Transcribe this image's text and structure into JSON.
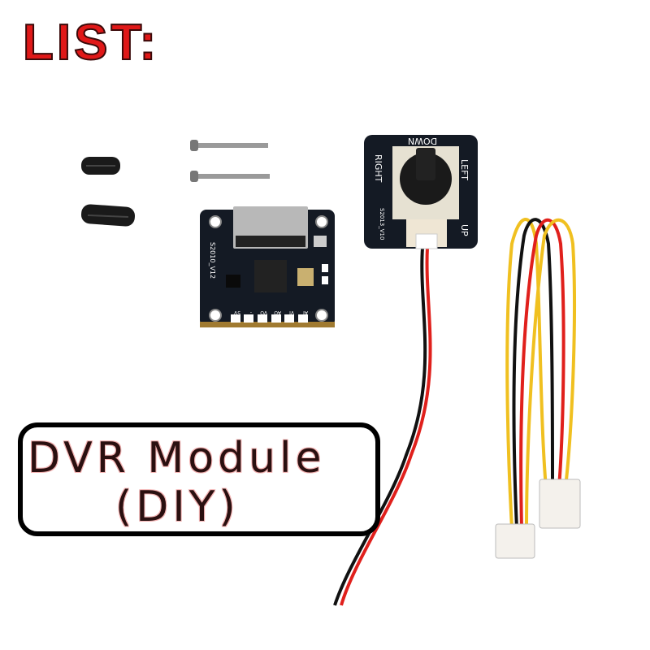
{
  "title": "LIST:",
  "label": {
    "line1": "DVR Module",
    "line2": "(DIY)"
  },
  "dvr_board": {
    "model": "S2010_V12",
    "pads": [
      "5V",
      "-",
      "VO",
      "AO",
      "VI",
      "AI"
    ]
  },
  "joystick_board": {
    "model": "S2013_V10",
    "directions": {
      "up": "UP",
      "down": "DOWN",
      "left": "LEFT",
      "right": "RIGHT"
    }
  },
  "colors": {
    "title": "#e01818",
    "wire_red": "#e0201c",
    "wire_yellow": "#f0c020",
    "wire_black": "#111111",
    "pcb": "#141a24"
  }
}
